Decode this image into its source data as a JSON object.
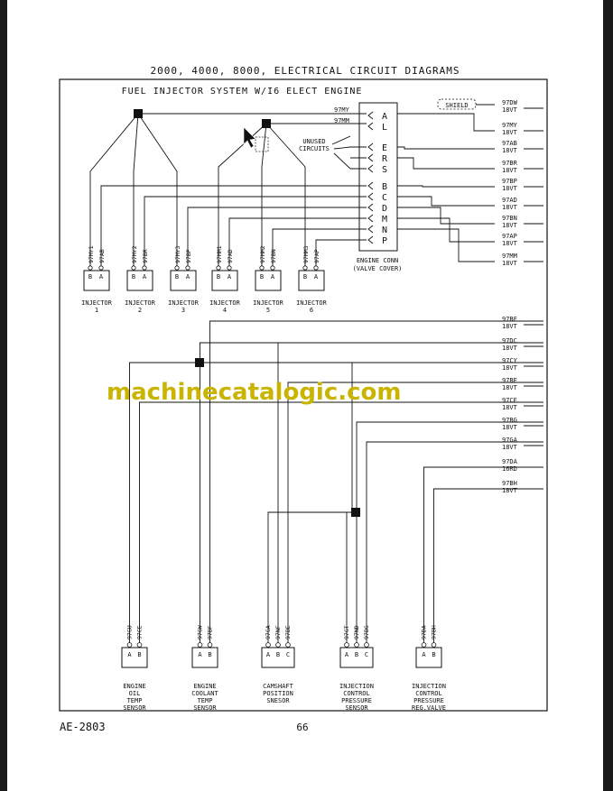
{
  "header": {
    "title": "2000, 4000, 8000, ELECTRICAL CIRCUIT DIAGRAMS",
    "subtitle": "FUEL INJECTOR SYSTEM W/I6 ELECT ENGINE"
  },
  "watermark": "machinecatalogic.com",
  "footer": {
    "doc_id": "AE-2803",
    "page_number": "66"
  },
  "connector": {
    "label_line1": "ENGINE CONN",
    "label_line2": "(VALVE COVER)",
    "pins": [
      "A",
      "L",
      "E",
      "R",
      "S",
      "B",
      "C",
      "D",
      "M",
      "N",
      "P"
    ],
    "unused_line1": "UNUSED",
    "unused_line2": "CIRCUITS"
  },
  "top_wires": {
    "a": "97MY",
    "l": "97MM"
  },
  "shield_label": "SHIELD",
  "right_top": [
    {
      "code": "97DW",
      "gauge": "18VT"
    },
    {
      "code": "97MY",
      "gauge": "18VT"
    },
    {
      "code": "97AB",
      "gauge": "18VT"
    },
    {
      "code": "97BR",
      "gauge": "18VT"
    },
    {
      "code": "97BP",
      "gauge": "18VT"
    },
    {
      "code": "97AD",
      "gauge": "18VT"
    },
    {
      "code": "97BN",
      "gauge": "18VT"
    },
    {
      "code": "97AP",
      "gauge": "18VT"
    },
    {
      "code": "97MM",
      "gauge": "18VT"
    }
  ],
  "injectors": [
    {
      "label": "INJECTOR",
      "num": "1",
      "wires": [
        "97MY1",
        "97AB"
      ]
    },
    {
      "label": "INJECTOR",
      "num": "2",
      "wires": [
        "97MY2",
        "97BR"
      ]
    },
    {
      "label": "INJECTOR",
      "num": "3",
      "wires": [
        "97MY3",
        "97BP"
      ]
    },
    {
      "label": "INJECTOR",
      "num": "4",
      "wires": [
        "97MM1",
        "97AD"
      ]
    },
    {
      "label": "INJECTOR",
      "num": "5",
      "wires": [
        "97MM2",
        "97BN"
      ]
    },
    {
      "label": "INJECTOR",
      "num": "6",
      "wires": [
        "97MM3",
        "97AP"
      ]
    }
  ],
  "injector_pins": [
    "B",
    "A"
  ],
  "right_bottom": [
    {
      "code": "97BF",
      "gauge": "18VT"
    },
    {
      "code": "97DC",
      "gauge": "18VT"
    },
    {
      "code": "97CY",
      "gauge": "18VT"
    },
    {
      "code": "97BE",
      "gauge": "18VT"
    },
    {
      "code": "97CE",
      "gauge": "18VT"
    },
    {
      "code": "97BG",
      "gauge": "18VT"
    },
    {
      "code": "97GA",
      "gauge": "18VT"
    },
    {
      "code": "97DA",
      "gauge": "16RD"
    },
    {
      "code": "97BH",
      "gauge": "18VT"
    }
  ],
  "sensors": [
    {
      "lines": [
        "ENGINE",
        "OIL",
        "TEMP",
        "SENSOR"
      ],
      "pins": [
        "A",
        "B"
      ],
      "wires": [
        "97GU",
        "97CE"
      ]
    },
    {
      "lines": [
        "ENGINE",
        "COOLANT",
        "TEMP",
        "SENSOR"
      ],
      "pins": [
        "A",
        "B"
      ],
      "wires": [
        "97GW",
        "97BF"
      ]
    },
    {
      "lines": [
        "CAMSHAFT",
        "POSITION",
        "SNESOR"
      ],
      "pins": [
        "A",
        "B",
        "C"
      ],
      "wires": [
        "97GA",
        "97NF",
        "97BE"
      ]
    },
    {
      "lines": [
        "INJECTION",
        "CONTROL",
        "PRESSURE",
        "SENSOR"
      ],
      "pins": [
        "A",
        "B",
        "C"
      ],
      "wires": [
        "97GT",
        "97ND",
        "97BG"
      ]
    },
    {
      "lines": [
        "INJECTION",
        "CONTROL",
        "PRESSURE",
        "REG.VALVE"
      ],
      "pins": [
        "A",
        "B"
      ],
      "wires": [
        "97DA",
        "97BH"
      ]
    }
  ]
}
